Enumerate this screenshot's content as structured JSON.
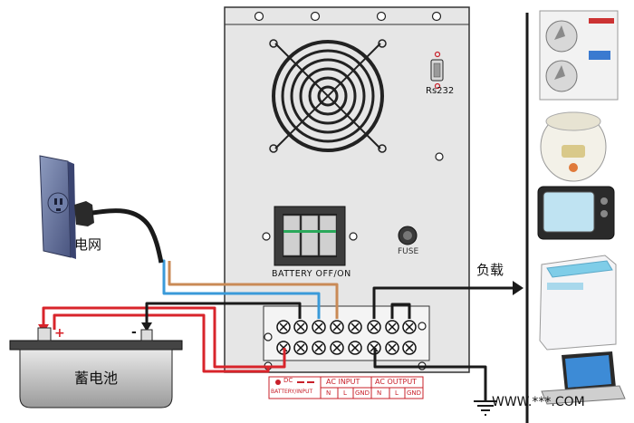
{
  "labels": {
    "grid": "电网",
    "battery": "蓄电池",
    "load": "负载",
    "rs232": "Rs232",
    "fuse": "FUSE",
    "breaker": "BATTERY OFF/ON",
    "watermark": "WWW.***.COM"
  },
  "terminal_block": {
    "dc_label": "DC",
    "battery_input": "BATTERY/INPUT",
    "ac_input": "AC INPUT",
    "ac_output": "AC OUTPUT",
    "pins_input": [
      "N",
      "L",
      "GND"
    ],
    "pins_output": [
      "N",
      "L",
      "GND"
    ]
  },
  "battery_terminals": {
    "positive": "+",
    "negative": "-"
  },
  "appliances": [
    "air-conditioner",
    "rice-cooker",
    "television",
    "washing-machine",
    "laptop"
  ],
  "colors": {
    "red_wire": "#d8242b",
    "blue_wire": "#3a9ad9",
    "orange_wire": "#c98a56",
    "black_wire": "#1a1a1a",
    "cabinet": "#e6e6e6",
    "label_red": "#c8202a"
  }
}
